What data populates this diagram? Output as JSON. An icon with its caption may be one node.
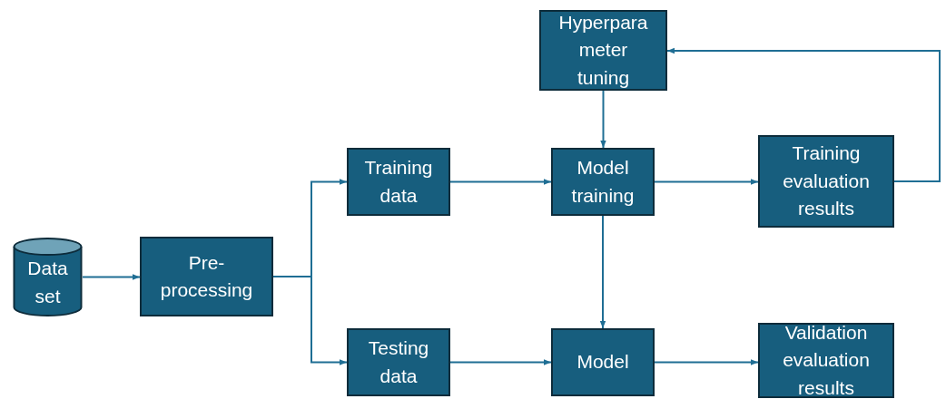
{
  "diagram": {
    "nodes": [
      {
        "text": [
          "Data set"
        ]
      },
      {
        "text": [
          "Pre-processing"
        ]
      },
      {
        "text": [
          "Training data"
        ]
      },
      {
        "text": [
          "Testing data"
        ]
      },
      {
        "text": [
          "Hyperpara meter tuning"
        ]
      },
      {
        "text": [
          "Model training"
        ]
      },
      {
        "text": [
          "Training evaluation results"
        ]
      },
      {
        "text": [
          "Model"
        ]
      },
      {
        "text": [
          "Validation evaluation results"
        ]
      }
    ],
    "edges": [
      {
        "from": 0,
        "to": 1,
        "arrow": "to"
      },
      {
        "from": 1,
        "to": 2,
        "arrow": "to"
      },
      {
        "from": 1,
        "to": 3,
        "arrow": "to"
      },
      {
        "from": 2,
        "to": 5,
        "arrow": "to"
      },
      {
        "from": 4,
        "to": 5,
        "arrow": "to"
      },
      {
        "from": 5,
        "to": 6,
        "arrow": "to"
      },
      {
        "from": 6,
        "to": 4,
        "arrow": "to"
      },
      {
        "from": 5,
        "to": 7,
        "arrow": "to"
      },
      {
        "from": 3,
        "to": 7,
        "arrow": "to"
      },
      {
        "from": 7,
        "to": 8,
        "arrow": "to"
      }
    ]
  }
}
